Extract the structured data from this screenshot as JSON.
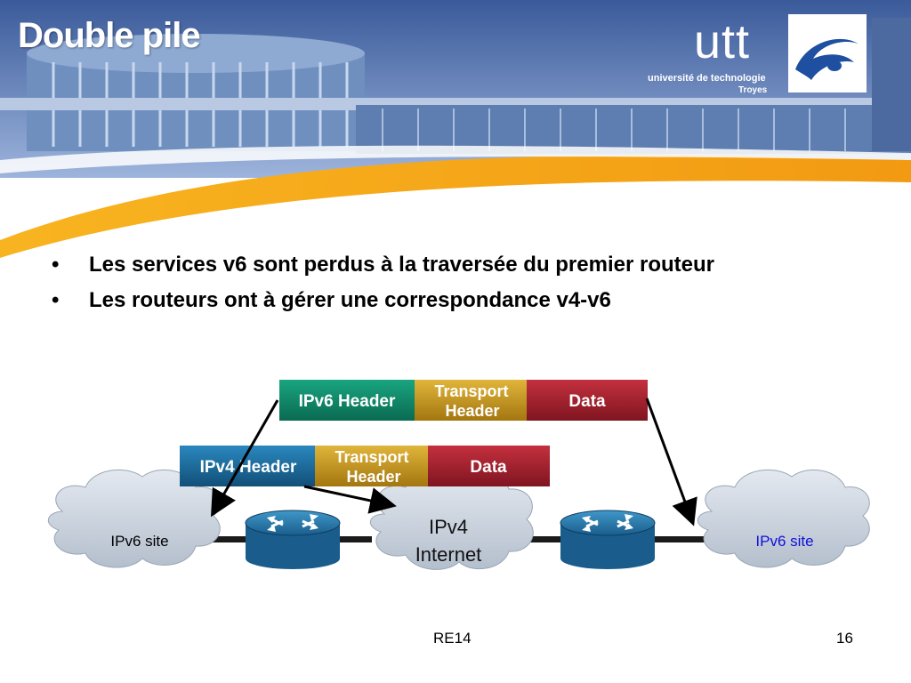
{
  "slide": {
    "title": "Double pile",
    "footer_center": "RE14",
    "page_number": "16"
  },
  "logo": {
    "word": "utt",
    "line1": "université de technologie",
    "line2": "Troyes"
  },
  "bullets": [
    "Les services v6 sont perdus à la traversée du premier routeur",
    "Les routeurs ont à gérer une correspondance v4-v6"
  ],
  "diagram": {
    "ipv6_packet": {
      "header": "IPv6 Header",
      "transport_line1": "Transport",
      "transport_line2": "Header",
      "data": "Data"
    },
    "ipv4_packet": {
      "header": "IPv4 Header",
      "transport_line1": "Transport",
      "transport_line2": "Header",
      "data": "Data"
    },
    "left_cloud": "IPv6 site",
    "center_cloud_line1": "IPv4",
    "center_cloud_line2": "Internet",
    "right_cloud": "IPv6 site"
  },
  "colors": {
    "ipv6_header": "#0f8a6a",
    "ipv4_header": "#1b6fa0",
    "transport": "#c99a1a",
    "data": "#a4202d",
    "banner_orange": "#f5a81c",
    "right_site_text": "#1010d8"
  }
}
